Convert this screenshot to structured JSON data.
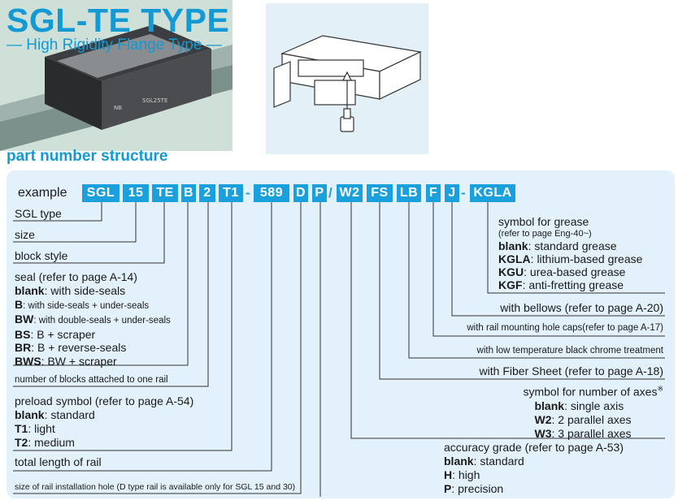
{
  "header": {
    "title": "SGL-TE TYPE",
    "subtitle": "— High Rigidity Flange Type —"
  },
  "illustration": {
    "photo_marking_1": "NB",
    "photo_marking_2": "SGL25TE"
  },
  "section_heading": "part number structure",
  "example": {
    "label": "example",
    "codes": [
      "SGL",
      "15",
      "TE",
      "B",
      "2",
      "T1",
      "589",
      "D",
      "P",
      "W2",
      "FS",
      "LB",
      "F",
      "J",
      "KGLA"
    ],
    "separators": [
      "-",
      "/",
      "-"
    ]
  },
  "left_items": {
    "sgl_type": "SGL type",
    "size": "size",
    "block_style": "block style",
    "seal": {
      "title": "seal (refer to page A-14)",
      "lines": [
        {
          "key": "blank",
          "text": ": with side-seals"
        },
        {
          "key": "B",
          "text": ": with side-seals + under-seals"
        },
        {
          "key": "BW",
          "text": ": with double-seals + under-seals"
        },
        {
          "key": "BS",
          "text": ": B + scraper"
        },
        {
          "key": "BR",
          "text": ": B + reverse-seals"
        },
        {
          "key": "BWS",
          "text": ": BW + scraper"
        }
      ]
    },
    "blocks": "number of blocks attached to one rail",
    "preload": {
      "title": "preload symbol (refer to page A-54)",
      "lines": [
        {
          "key": "blank",
          "text": ": standard"
        },
        {
          "key": "T1",
          "text": ": light"
        },
        {
          "key": "T2",
          "text": ": medium"
        }
      ]
    },
    "rail_length": "total length of rail",
    "hole_size": "size of rail installation hole (D type rail is available only for SGL 15 and 30)"
  },
  "right_items": {
    "grease": {
      "title": "symbol for grease",
      "ref": "(refer to page Eng-40~)",
      "lines": [
        {
          "key": "blank",
          "text": ": standard grease"
        },
        {
          "key": "KGLA",
          "text": ": lithium-based grease"
        },
        {
          "key": "KGU",
          "text": ": urea-based grease"
        },
        {
          "key": "KGF",
          "text": ": anti-fretting grease"
        }
      ]
    },
    "bellows": "with bellows (refer to page A-20)",
    "caps": "with rail mounting hole caps(refer to page A-17)",
    "chrome": "with low temperature black chrome treatment",
    "fiber": "with Fiber Sheet (refer to page A-18)",
    "axes": {
      "title": "symbol for number of axes",
      "mark": "※",
      "lines": [
        {
          "key": "blank",
          "text": ": single axis"
        },
        {
          "key": "W2",
          "text": ": 2 parallel axes"
        },
        {
          "key": "W3",
          "text": ": 3 parallel axes"
        }
      ]
    },
    "accuracy": {
      "title": "accuracy grade (refer to page A-53)",
      "lines": [
        {
          "key": "blank",
          "text": ": standard"
        },
        {
          "key": "H",
          "text": ": high"
        },
        {
          "key": "P",
          "text": ": precision"
        }
      ]
    }
  }
}
